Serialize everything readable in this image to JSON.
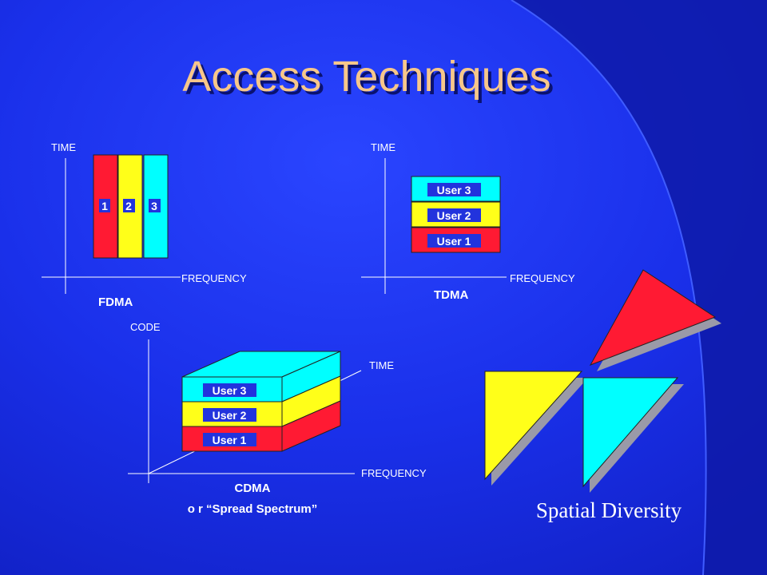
{
  "title": "Access Techniques",
  "colors": {
    "background": "#1a2ee8",
    "title": "#f7c78a",
    "red": "#ff1a33",
    "yellow": "#ffff19",
    "cyan": "#00ffff",
    "tag_bg": "#2233dd",
    "shadow": "#9a9aa8"
  },
  "fdma": {
    "time_label": "TIME",
    "freq_label": "FREQUENCY",
    "caption": "FDMA",
    "channels": [
      "1",
      "2",
      "3"
    ]
  },
  "tdma": {
    "time_label": "TIME",
    "freq_label": "FREQUENCY",
    "caption": "TDMA",
    "users": [
      "User 3",
      "User 2",
      "User 1"
    ]
  },
  "cdma": {
    "code_label": "CODE",
    "time_label": "TIME",
    "freq_label": "FREQUENCY",
    "caption": "CDMA",
    "caption2": "o r “Spread Spectrum”",
    "users": [
      "User 3",
      "User 2",
      "User 1"
    ]
  },
  "spatial": {
    "label": "Spatial Diversity"
  }
}
